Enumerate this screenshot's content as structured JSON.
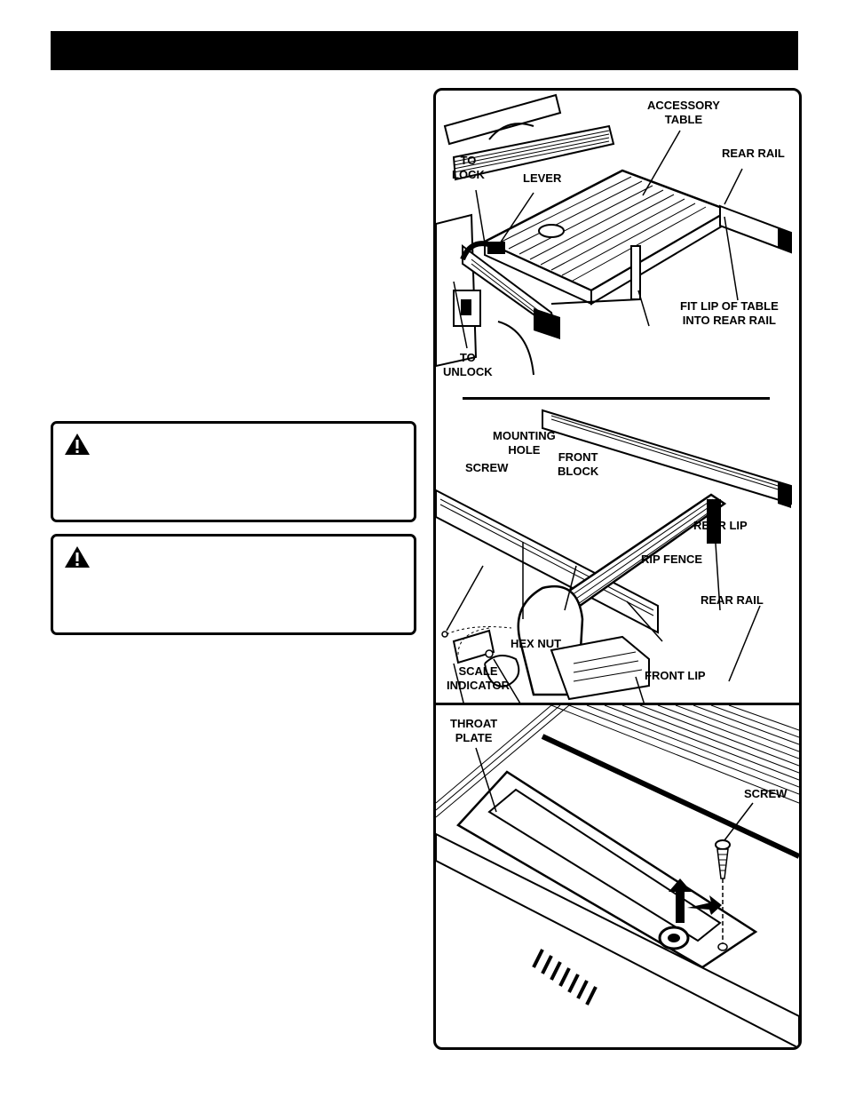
{
  "header": {
    "title": ""
  },
  "warnings": [
    {
      "icon": "warning-triangle-icon",
      "text": ""
    },
    {
      "icon": "warning-triangle-icon",
      "text": ""
    }
  ],
  "figure1": {
    "accessory_table": "ACCESSORY\nTABLE",
    "rear_rail": "REAR RAIL",
    "to_lock": "TO\nLOCK",
    "lever": "LEVER",
    "fit_lip": "FIT LIP OF TABLE\nINTO REAR RAIL",
    "to_unlock": "TO\nUNLOCK"
  },
  "figure2": {
    "mounting_hole": "MOUNTING\nHOLE",
    "front_block": "FRONT\nBLOCK",
    "screw": "SCREW",
    "rear_lip": "REAR LIP",
    "rip_fence": "RIP FENCE",
    "rear_rail": "REAR RAIL",
    "hex_nut": "HEX NUT",
    "scale_indicator": "SCALE\nINDICATOR",
    "front_lip": "FRONT LIP"
  },
  "figure3": {
    "throat_plate": "THROAT\nPLATE",
    "screw": "SCREW"
  }
}
